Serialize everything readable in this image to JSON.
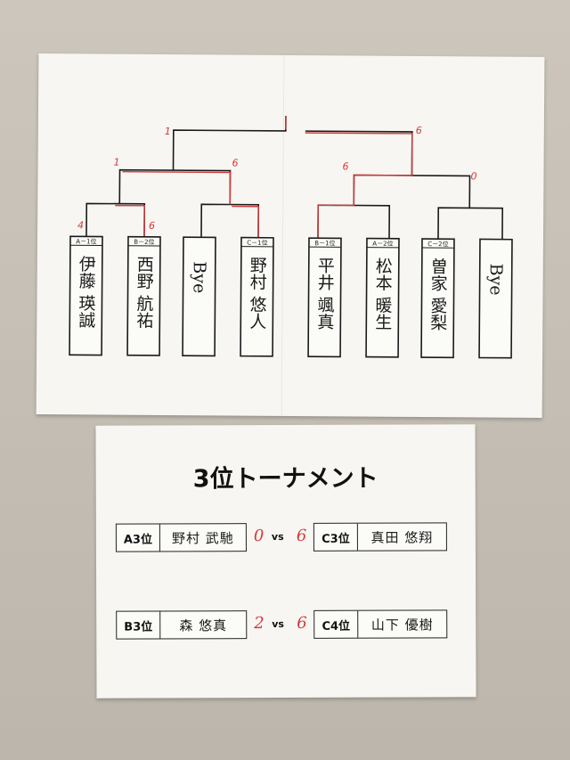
{
  "main_bracket": {
    "entrants": [
      {
        "label": "A－1位",
        "name": "伊藤 瑛誠"
      },
      {
        "label": "B－2位",
        "name": "西野 航祐"
      },
      {
        "label": "",
        "name": "Bye"
      },
      {
        "label": "C－1位",
        "name": "野村 悠人"
      },
      {
        "label": "B－1位",
        "name": "平井 颯真"
      },
      {
        "label": "A－2位",
        "name": "松本 暖生"
      },
      {
        "label": "C－2位",
        "name": "曽家 愛梨"
      },
      {
        "label": "",
        "name": "Bye"
      }
    ],
    "scores": {
      "r1_left": "4",
      "r1_right": "6",
      "r2_left": "1",
      "r2_right": "6",
      "r2b_left": "6",
      "r2b_right": "0",
      "final_left": "1",
      "final_right": "6"
    }
  },
  "third_place": {
    "title": "3位トーナメント",
    "vs_label": "vs",
    "matches": [
      {
        "left_rank": "A3位",
        "left_name": "野村 武馳",
        "left_score": "0",
        "right_score": "6",
        "right_rank": "C3位",
        "right_name": "真田 悠翔"
      },
      {
        "left_rank": "B3位",
        "left_name": "森 悠真",
        "left_score": "2",
        "right_score": "6",
        "right_rank": "C4位",
        "right_name": "山下 優樹"
      }
    ]
  },
  "colors": {
    "paper": "#f7f6f2",
    "ink": "#1a1a1a",
    "red_ink": "#d23a3a",
    "background": "#c6bfb5"
  }
}
